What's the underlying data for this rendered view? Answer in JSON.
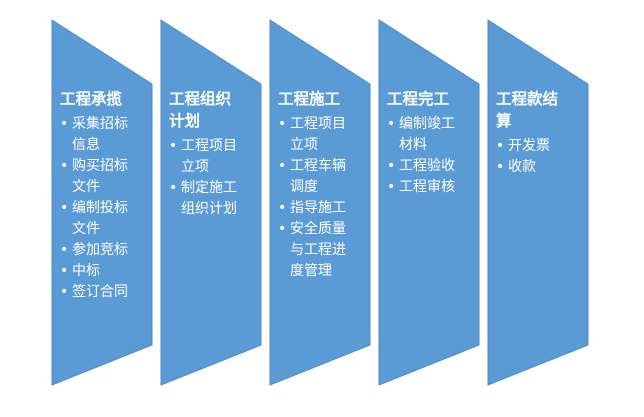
{
  "diagram": {
    "stages": [
      {
        "title": "工程承揽",
        "items": [
          "采集招标\n信息",
          "购买招标\n文件",
          "编制投标\n文件",
          "参加竞标",
          "中标",
          "签订合同"
        ]
      },
      {
        "title": "工程组织\n计划",
        "items": [
          "工程项目\n立项",
          "制定施工\n组织计划"
        ]
      },
      {
        "title": "工程施工",
        "items": [
          "工程项目\n立项",
          "工程车辆\n调度",
          "指导施工",
          "安全质量\n与工程进\n度管理"
        ]
      },
      {
        "title": "工程完工",
        "items": [
          "编制竣工\n材料",
          "工程验收",
          "工程审核"
        ]
      },
      {
        "title": "工程款结\n算",
        "items": [
          "开发票",
          "收款"
        ]
      }
    ],
    "colors": {
      "fill": "#5B9BD5",
      "edge": "#4F8BC9"
    }
  }
}
